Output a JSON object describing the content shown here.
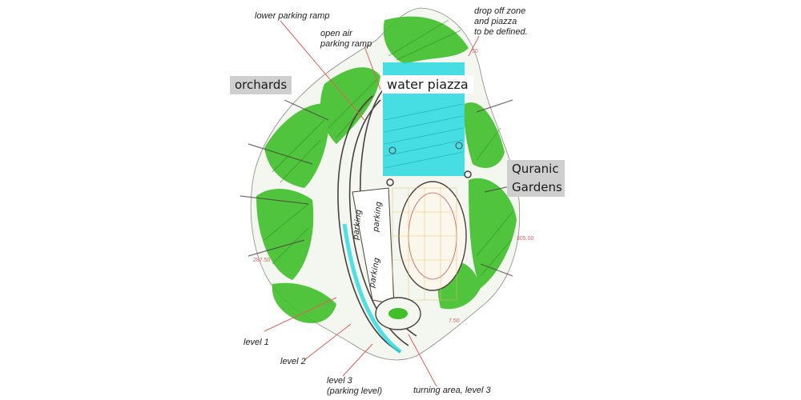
{
  "labels": {
    "lower_parking_ramp": "lower parking ramp",
    "open_air_parking_ramp": "open air\nparking ramp",
    "drop_off_zone": "drop off zone\nand piazza\nto be defined.",
    "level_1": "level 1",
    "level_2": "level 2",
    "level_3": "level 3\n(parking level)",
    "turning_area": "turning area, level 3"
  },
  "areas": {
    "orchards": "orchards",
    "water_piazza": "water piazza",
    "quranic": "Quranic",
    "gardens": "Gardens"
  },
  "plan_text": {
    "parking_1": "parking",
    "parking_2": "parking",
    "parking_3": "parking"
  },
  "elevations": {
    "e1": "50",
    "e2": "305.00",
    "e3": "287.50",
    "e4": "7.50"
  },
  "colors": {
    "vegetation": "#3fbf2a",
    "water": "#27d8e0",
    "sketch": "#4a4040",
    "leader": "#e0605a",
    "grey_label": "#cfcfcf"
  }
}
